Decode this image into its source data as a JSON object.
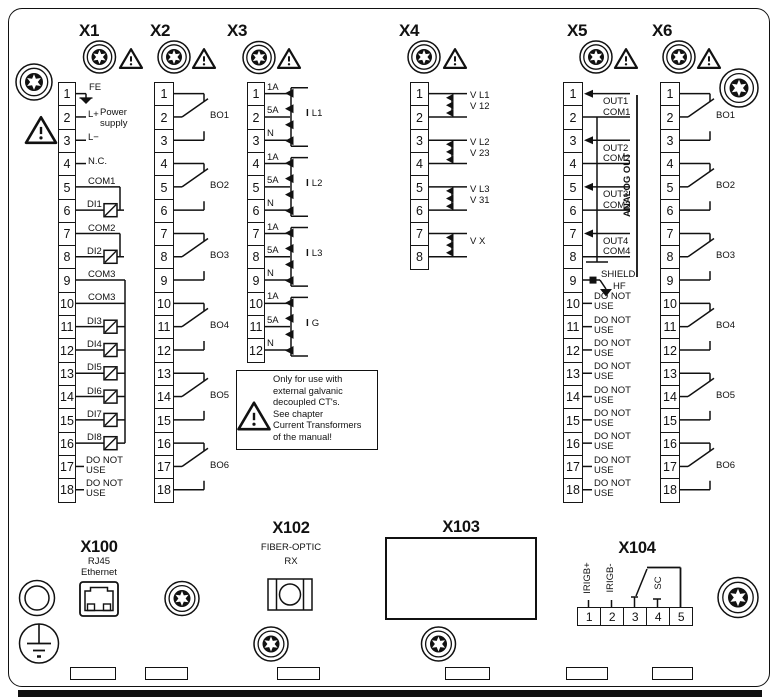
{
  "app": {
    "type": "device rear panel terminal connection diagram"
  },
  "colors": {
    "ink": "#111111",
    "background": "#ffffff"
  },
  "icons": {
    "torx-screw-icon": "concentric circles with 6-lobe star",
    "warning-triangle-icon": "triangle with exclamation mark",
    "protective-earth-icon": "earth symbol in circle",
    "functional-earth-icon": "small filled earth glyph",
    "hf-earth-icon": "filled down arrow",
    "optocoupler-icon": "square with diagonal slash",
    "relay-contact-icon": "switch contact symbol",
    "winding-icon": "transformer winding chevrons",
    "rj45-port-icon": "RJ45 jack outline",
    "fiber-optic-port-icon": "rectangle with circle",
    "round-connector-icon": "concentric circles",
    "vent-slot": "small rectangle"
  },
  "blocks": {
    "x1": {
      "title": "X1",
      "numbers": [
        "1",
        "2",
        "3",
        "4",
        "5",
        "6",
        "7",
        "8",
        "9",
        "10",
        "11",
        "12",
        "13",
        "14",
        "15",
        "16",
        "17",
        "18"
      ],
      "labels": {
        "1": "FE",
        "2": "L+",
        "3": "L−",
        "4": "N.C.",
        "5": "COM1",
        "6": "DI1",
        "7": "COM2",
        "8": "DI2",
        "9": "COM3",
        "10": "COM3",
        "11": "DI3",
        "12": "DI4",
        "13": "DI5",
        "14": "DI6",
        "15": "DI7",
        "16": "DI8"
      },
      "power_supply": [
        "Power",
        "supply"
      ],
      "do_not_use": [
        "DO NOT",
        "USE"
      ]
    },
    "x2": {
      "title": "X2",
      "numbers": [
        "1",
        "2",
        "3",
        "4",
        "5",
        "6",
        "7",
        "8",
        "9",
        "10",
        "11",
        "12",
        "13",
        "14",
        "15",
        "16",
        "17",
        "18"
      ],
      "relays": [
        "BO1",
        "BO2",
        "BO3",
        "BO4",
        "BO5",
        "BO6"
      ]
    },
    "x3": {
      "title": "X3",
      "numbers": [
        "1",
        "2",
        "3",
        "4",
        "5",
        "6",
        "7",
        "8",
        "9",
        "10",
        "11",
        "12"
      ],
      "pin_labels": [
        "1A",
        "5A",
        "N"
      ],
      "groups": [
        {
          "prefix": "I",
          "name": "L1"
        },
        {
          "prefix": "I",
          "name": "L2"
        },
        {
          "prefix": "I",
          "name": "L3"
        },
        {
          "prefix": "I",
          "name": "G"
        }
      ]
    },
    "x4": {
      "title": "X4",
      "numbers": [
        "1",
        "2",
        "3",
        "4",
        "5",
        "6",
        "7",
        "8"
      ],
      "groups": [
        {
          "lines": [
            "V L1",
            "V 12"
          ]
        },
        {
          "lines": [
            "V L2",
            "V 23"
          ]
        },
        {
          "lines": [
            "V L3",
            "V 31"
          ]
        },
        {
          "lines": [
            "V X"
          ]
        }
      ]
    },
    "x5": {
      "title": "X5",
      "numbers": [
        "1",
        "2",
        "3",
        "4",
        "5",
        "6",
        "7",
        "8",
        "9",
        "10",
        "11",
        "12",
        "13",
        "14",
        "15",
        "16",
        "17",
        "18"
      ],
      "outs": [
        "OUT1",
        "OUT2",
        "OUT3",
        "OUT4"
      ],
      "coms": [
        "COM1",
        "COM2",
        "COM3",
        "COM4"
      ],
      "analog_out": "ANALOG OUT",
      "shield": "SHIELD",
      "hf": "HF",
      "do_not_use": [
        "DO NOT",
        "USE"
      ]
    },
    "x6": {
      "title": "X6",
      "numbers": [
        "1",
        "2",
        "3",
        "4",
        "5",
        "6",
        "7",
        "8",
        "9",
        "10",
        "11",
        "12",
        "13",
        "14",
        "15",
        "16",
        "17",
        "18"
      ],
      "relays": [
        "BO1",
        "BO2",
        "BO3",
        "BO4",
        "BO5",
        "BO6"
      ]
    }
  },
  "note": {
    "lines": [
      "Only for use with",
      "external galvanic",
      "decoupled CT's.",
      "See chapter",
      "Current Transformers",
      "of the manual!"
    ]
  },
  "bottom": {
    "x100": {
      "title": "X100",
      "connector": "RJ45",
      "network": "Ethernet"
    },
    "x102": {
      "title": "X102",
      "connector": "FIBER-OPTIC",
      "direction": "RX"
    },
    "x103": {
      "title": "X103"
    },
    "x104": {
      "title": "X104",
      "numbers": [
        "1",
        "2",
        "3",
        "4",
        "5"
      ],
      "labels": [
        "IRIGB+",
        "IRIGB-",
        "SC"
      ]
    }
  }
}
